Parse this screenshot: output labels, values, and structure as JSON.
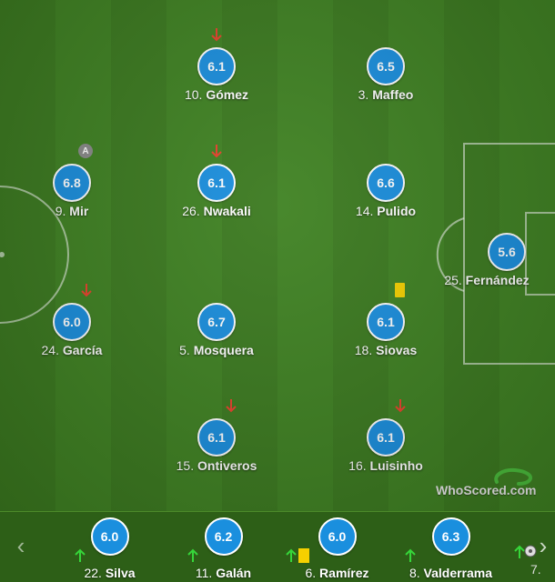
{
  "colors": {
    "rating_bg": "#1a8fde",
    "sub_out_arrow": "#e8412c",
    "sub_in_arrow": "#36d63a",
    "yellow_card": "#f5d000",
    "pitch_green": "#3b7a1f"
  },
  "players": [
    {
      "id": "gomez",
      "number": "10.",
      "name": "Gómez",
      "rating": "6.1",
      "subbed_off": true
    },
    {
      "id": "maffeo",
      "number": "3.",
      "name": "Maffeo",
      "rating": "6.5"
    },
    {
      "id": "mir",
      "number": "9.",
      "name": "Mir",
      "rating": "6.8",
      "captain": true
    },
    {
      "id": "nwakali",
      "number": "26.",
      "name": "Nwakali",
      "rating": "6.1",
      "subbed_off": true
    },
    {
      "id": "pulido",
      "number": "14.",
      "name": "Pulido",
      "rating": "6.6"
    },
    {
      "id": "fernandez",
      "number": "25.",
      "name": "Fernández",
      "rating": "5.6"
    },
    {
      "id": "garcia",
      "number": "24.",
      "name": "García",
      "rating": "6.0",
      "subbed_off": true
    },
    {
      "id": "mosquera",
      "number": "5.",
      "name": "Mosquera",
      "rating": "6.7"
    },
    {
      "id": "siovas",
      "number": "18.",
      "name": "Siovas",
      "rating": "6.1",
      "yellow_card": true
    },
    {
      "id": "ontiveros",
      "number": "15.",
      "name": "Ontiveros",
      "rating": "6.1",
      "subbed_off": true
    },
    {
      "id": "luisinho",
      "number": "16.",
      "name": "Luisinho",
      "rating": "6.1",
      "subbed_off": true
    }
  ],
  "captain_badge": "A",
  "brand": {
    "who": "WhoScored",
    "dot": ".com"
  },
  "bench": {
    "prev_icon": "‹",
    "next_icon": "›",
    "subs": [
      {
        "number": "22.",
        "name": "Silva",
        "rating": "6.0"
      },
      {
        "number": "11.",
        "name": "Galán",
        "rating": "6.2"
      },
      {
        "number": "6.",
        "name": "Ramírez",
        "rating": "6.0",
        "yellow_card": true
      },
      {
        "number": "8.",
        "name": "Valderrama",
        "rating": "6.3"
      }
    ],
    "partial_number": "7."
  }
}
